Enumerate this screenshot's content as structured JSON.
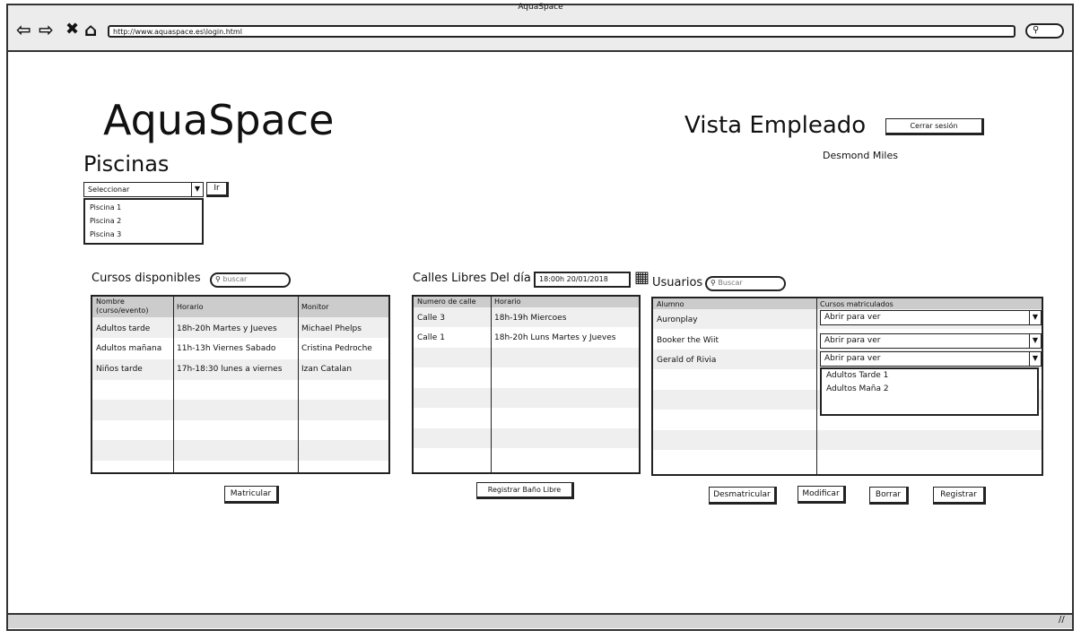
{
  "browser": {
    "title": "AquaSpace",
    "url": "http://www.aquaspace.es\\login.html"
  },
  "header": {
    "app_title": "AquaSpace",
    "view_title": "Vista Empleado",
    "logout_label": "Cerrar sesión",
    "user_name": "Desmond Miles"
  },
  "pools": {
    "heading": "Piscinas",
    "select_value": "Seleccionar",
    "go_label": "Ir",
    "options": [
      "Piscina 1",
      "Piscina 2",
      "Piscina 3"
    ]
  },
  "courses": {
    "heading": "Cursos disponibles",
    "search_placeholder": "buscar",
    "columns": [
      "Nombre (curso/evento)",
      "Horario",
      "Monitor"
    ],
    "rows": [
      [
        "Adultos tarde",
        "18h-20h Martes y Jueves",
        "Michael Phelps"
      ],
      [
        "Adultos mañana",
        "11h-13h Viernes Sabado",
        "Cristina Pedroche"
      ],
      [
        "Niños tarde",
        "17h-18:30 lunes a viernes",
        "Izan Catalan"
      ]
    ],
    "enroll_label": "Matricular"
  },
  "lanes": {
    "heading": "Calles Libres Del día",
    "datetime": "18:00h 20/01/2018",
    "columns": [
      "Numero de calle",
      "Horario"
    ],
    "rows": [
      [
        "Calle 3",
        "18h-19h Miercoes"
      ],
      [
        "Calle 1",
        "18h-20h Luns Martes y Jueves"
      ]
    ],
    "register_label": "Registrar Baño Libre"
  },
  "users": {
    "heading": "Usuarios",
    "search_placeholder": "Buscar",
    "columns": [
      "Alumno",
      "Cursos matriculados"
    ],
    "rows": [
      {
        "name": "Auronplay",
        "select": "Abrir para ver"
      },
      {
        "name": "Booker the Wiit",
        "select": "Abrir para ver"
      },
      {
        "name": "Gerald of Rivia",
        "select": "Abrir para ver"
      }
    ],
    "open_options": [
      "Adultos Tarde 1",
      "Adultos Maña 2"
    ],
    "buttons": {
      "unenroll": "Desmatricular",
      "modify": "Modificar",
      "delete": "Borrar",
      "register": "Registrar"
    }
  }
}
